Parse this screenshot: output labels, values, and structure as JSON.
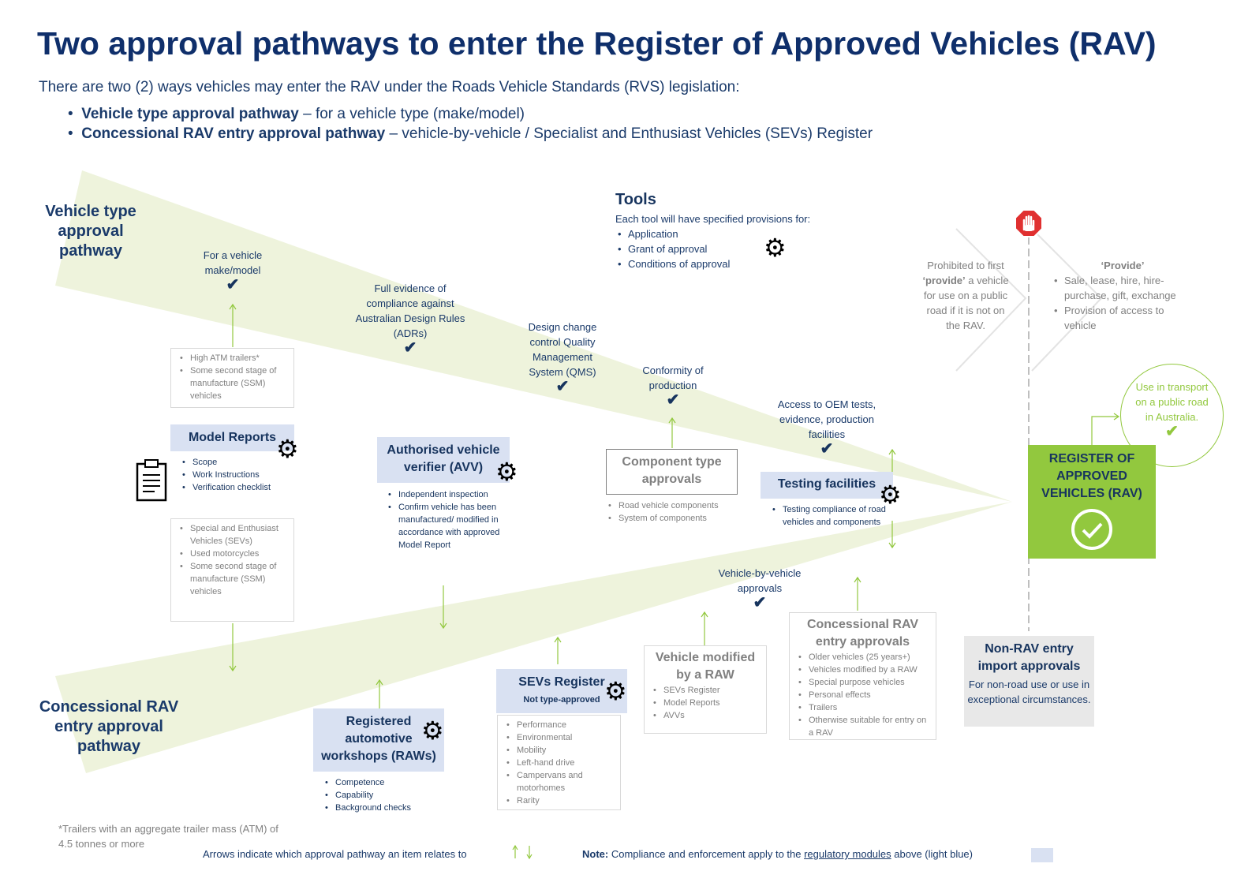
{
  "title": "Two approval pathways to enter the Register of Approved Vehicles (RAV)",
  "subtitle": "There are two (2) ways vehicles may enter the RAV under the Roads Vehicle Standards (RVS) legislation:",
  "bullets": [
    {
      "bold": "Vehicle type approval pathway",
      "rest": " – for a vehicle type (make/model)"
    },
    {
      "bold": "Concessional RAV entry approval pathway",
      "rest": " – vehicle-by-vehicle / Specialist and Enthusiast Vehicles (SEVs) Register"
    }
  ],
  "pathways": {
    "vta": "Vehicle type approval pathway",
    "crav": "Concessional RAV entry approval pathway"
  },
  "tools": {
    "heading": "Tools",
    "intro": "Each tool will have specified provisions for:",
    "items": [
      "Application",
      "Grant of approval",
      "Conditions of approval"
    ]
  },
  "labels": {
    "make_model": "For a vehicle make/model",
    "full_evidence": "Full evidence of compliance against Australian Design Rules (ADRs)",
    "design_change": "Design change control Quality Management System (QMS)",
    "conformity": "Conformity of production",
    "oem_access": "Access to OEM tests, evidence, production facilities",
    "vbv": "Vehicle-by-vehicle approvals",
    "tick": "✔"
  },
  "high_atm_box": [
    "High ATM trailers*",
    "Some second stage of manufacture (SSM) vehicles"
  ],
  "model_reports": {
    "title": "Model Reports",
    "items": [
      "Scope",
      "Work Instructions",
      "Verification checklist"
    ]
  },
  "sev_box": [
    "Special and Enthusiast Vehicles (SEVs)",
    "Used motorcycles",
    "Some second stage of manufacture (SSM) vehicles"
  ],
  "avv": {
    "title": "Authorised vehicle verifier (AVV)",
    "items": [
      "Independent inspection",
      "Confirm vehicle has been manufactured/ modified in accordance with approved Model Report"
    ]
  },
  "component": {
    "title": "Component type approvals",
    "items": [
      "Road vehicle components",
      "System of components"
    ]
  },
  "testing": {
    "title": "Testing facilities",
    "items": [
      "Testing compliance of road vehicles and components"
    ]
  },
  "raw": {
    "title": "Registered automotive workshops (RAWs)",
    "items": [
      "Competence",
      "Capability",
      "Background checks"
    ]
  },
  "sevs_register": {
    "title": "SEVs Register",
    "sub": "Not type-approved",
    "items": [
      "Performance",
      "Environmental",
      "Mobility",
      "Left-hand drive",
      "Campervans and motorhomes",
      "Rarity"
    ]
  },
  "vehicle_modified": {
    "title": "Vehicle modified by a RAW",
    "items": [
      "SEVs Register",
      "Model Reports",
      "AVVs"
    ]
  },
  "concessional_box": {
    "title": "Concessional RAV entry approvals",
    "items": [
      "Older vehicles (25 years+)",
      "Vehicles modified by a RAW",
      "Special purpose vehicles",
      "Personal effects",
      "Trailers",
      "Otherwise suitable for entry on a RAV"
    ]
  },
  "prohibited": {
    "pre": "Prohibited to first ",
    "bold": "‘provide’",
    "post": " a vehicle for use on a public road if it is not on the RAV."
  },
  "provide": {
    "title": "‘Provide’",
    "items": [
      "Sale, lease, hire, hire-purchase, gift, exchange",
      "Provision of access to vehicle"
    ]
  },
  "use_in_transport": "Use in transport on a public road in Australia.",
  "rav_box": "REGISTER OF APPROVED VEHICLES (RAV)",
  "non_rav": {
    "title": "Non-RAV entry import approvals",
    "body": "For non-road use or use in exceptional circumstances."
  },
  "footnote": "*Trailers with an aggregate trailer mass (ATM) of 4.5 tonnes or more",
  "arrows_note": "Arrows indicate which approval pathway an item relates to",
  "note": {
    "bold": "Note:",
    "pre": " Compliance and enforcement apply to the ",
    "link": "regulatory modules",
    "post": " above (light blue)"
  },
  "colors": {
    "navy": "#0f2f6b",
    "green": "#92c83e",
    "band": "#eef3dc",
    "lightblue": "#d9e1f2"
  },
  "icons": {
    "tool": "wrench-gear-icon",
    "stop": "stop-hand-icon",
    "clipboard": "clipboard-icon",
    "check": "check-circle-icon"
  }
}
